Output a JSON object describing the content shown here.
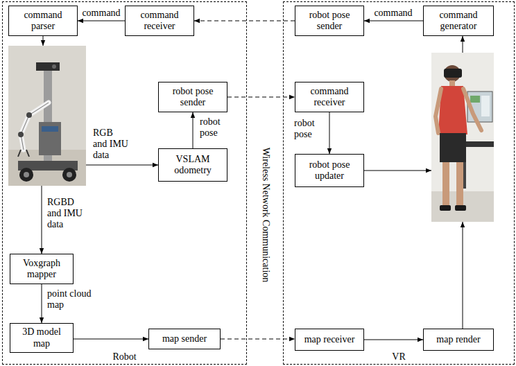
{
  "diagram": {
    "nodes": [
      {
        "text": [
          "Robot"
        ]
      },
      {
        "text": [
          "command parser"
        ],
        "in": 0
      },
      {
        "text": [
          "command receiver"
        ],
        "in": 0
      },
      {
        "text": [
          "robot pose sender"
        ],
        "in": 0
      },
      {
        "text": [
          "VSLAM odometry"
        ],
        "in": 0
      },
      {
        "text": [
          "Voxgraph mapper"
        ],
        "in": 0
      },
      {
        "text": [
          "3D model map"
        ],
        "in": 0
      },
      {
        "text": [
          "map sender"
        ],
        "in": 0
      },
      {
        "text": [
          "VR"
        ]
      },
      {
        "text": [
          "robot pose sender"
        ],
        "in": 8
      },
      {
        "text": [
          "command generator"
        ],
        "in": 8
      },
      {
        "text": [
          "command receiver"
        ],
        "in": 8
      },
      {
        "text": [
          "robot pose updater"
        ],
        "in": 8
      },
      {
        "text": [
          "map receiver"
        ],
        "in": 8
      },
      {
        "text": [
          "map render"
        ],
        "in": 8
      }
    ],
    "edges": [
      {
        "from": 2,
        "to": 1,
        "label": "command",
        "arrow": "to"
      },
      {
        "from": 10,
        "to": 9,
        "label": "command",
        "arrow": "to"
      },
      {
        "from": 9,
        "to": 2,
        "arrow": "to"
      },
      {
        "from": 4,
        "to": 3,
        "label": "robot pose",
        "arrow": "to"
      },
      {
        "from": 3,
        "to": 11,
        "arrow": "to"
      },
      {
        "from": 11,
        "to": 12,
        "label": "robot pose",
        "arrow": "to"
      },
      {
        "from": 5,
        "to": 6,
        "label": "point cloud map",
        "arrow": "to"
      },
      {
        "from": 6,
        "to": 7,
        "arrow": "to"
      },
      {
        "from": 7,
        "to": 13,
        "arrow": "to"
      },
      {
        "from": 13,
        "to": 14,
        "arrow": "to"
      }
    ],
    "labels": [
      "RGB and IMU data",
      "RGBD and IMU data",
      "Wireless Network Communication"
    ]
  }
}
